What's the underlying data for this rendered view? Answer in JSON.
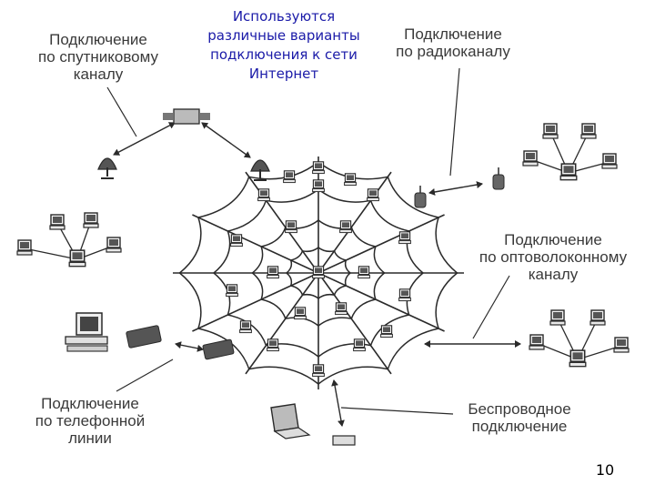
{
  "title": "Используются различные варианты подключения к сети Интернет",
  "labels": {
    "satellite": [
      "Подключение",
      "по спутниковому",
      "каналу"
    ],
    "radio": [
      "Подключение",
      "по радиоканалу"
    ],
    "fiber": [
      "Подключение",
      "по оптоволоконному",
      "каналу"
    ],
    "phone": [
      "Подключение",
      "по телефонной",
      "линии"
    ],
    "wireless": [
      "Беспроводное",
      "подключение"
    ]
  },
  "page_number": "10",
  "colors": {
    "title": "#1a1aa8",
    "labels": "#3a3a3a",
    "lines": "#2a2a2a"
  }
}
